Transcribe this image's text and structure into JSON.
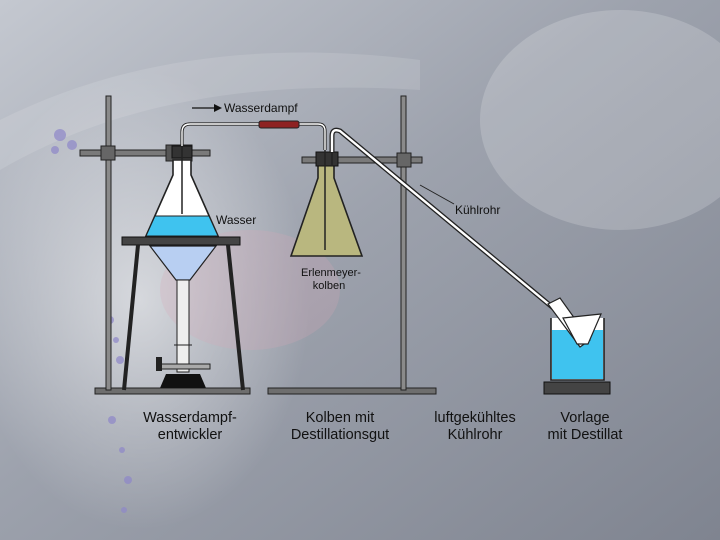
{
  "labels": {
    "steam": "Wasserdampf",
    "water": "Wasser",
    "condenser": "Kühlrohr",
    "erlenmeyer_line1": "Erlenmeyer-",
    "erlenmeyer_line2": "kolben"
  },
  "captions": {
    "generator_line1": "Wasserdampf-",
    "generator_line2": "entwickler",
    "flask_line1": "Kolben mit",
    "flask_line2": "Destillationsgut",
    "tube_line1": "luftgekühltes",
    "tube_line2": "Kühlrohr",
    "receiver_line1": "Vorlage",
    "receiver_line2": "mit Destillat"
  },
  "colors": {
    "water": "#3fc3ef",
    "flask_fill": "#b9b77f",
    "steam_valve": "#8e2222",
    "funnel": "#b8cff2",
    "stand": "#6e6e6e"
  }
}
